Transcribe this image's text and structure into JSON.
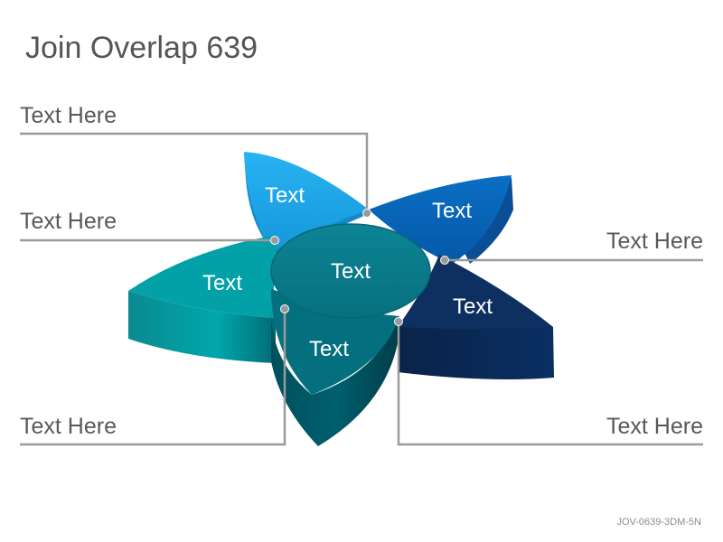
{
  "title": "Join Overlap 639",
  "footer_code": "JOV-0639-3DM-5N",
  "callouts": {
    "top_left": "Text Here",
    "mid_left": "Text Here",
    "mid_right": "Text Here",
    "bottom_left": "Text Here",
    "bottom_right": "Text Here"
  },
  "petals": {
    "top_left": "Text",
    "top_right": "Text",
    "left": "Text",
    "right": "Text",
    "bottom": "Text",
    "center": "Text"
  },
  "colors": {
    "connector_line": "#9a9a9a",
    "petal_light_blue": "#1ba3e8",
    "petal_blue": "#0a63b8",
    "petal_teal": "#00a0a8",
    "petal_navy": "#0b2d5e",
    "petal_dark_teal": "#005f6e",
    "center_teal": "#0a7a8a"
  }
}
